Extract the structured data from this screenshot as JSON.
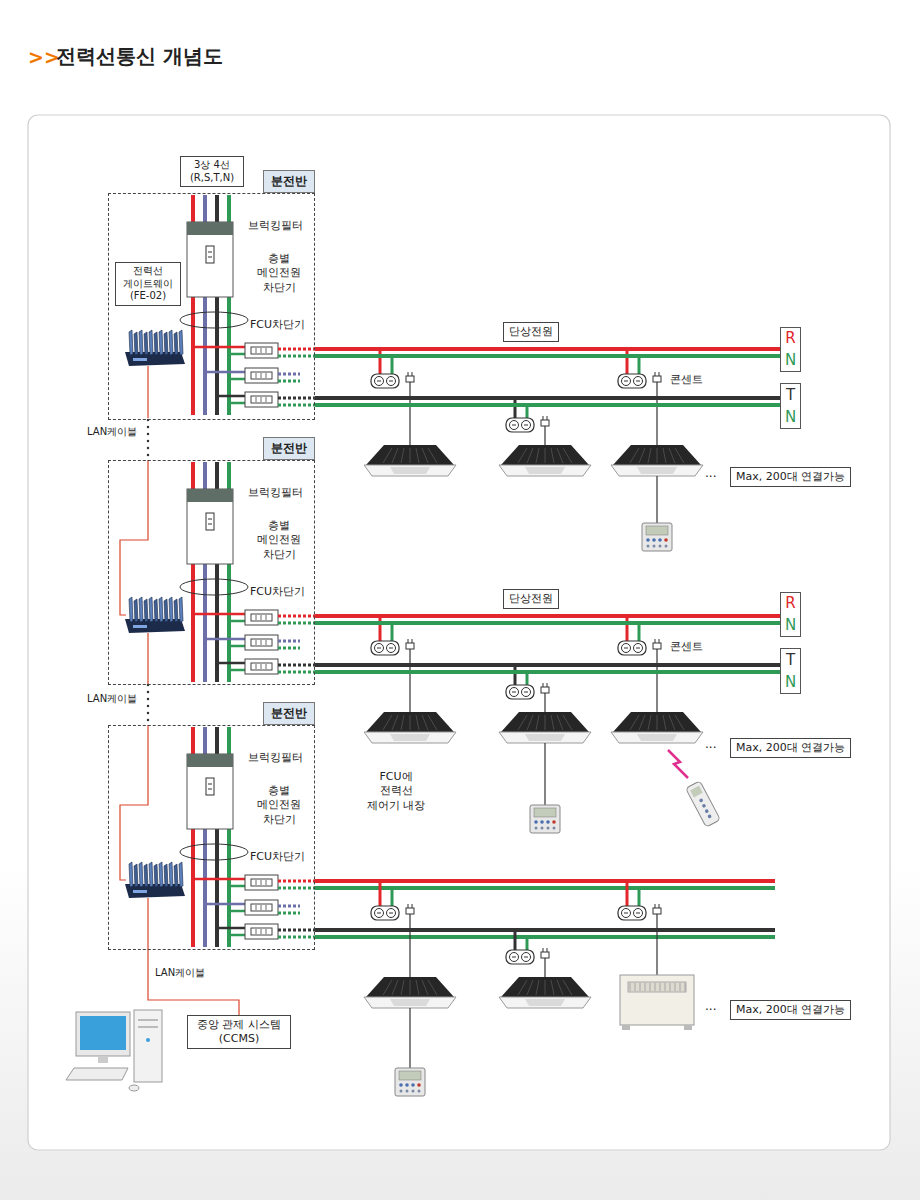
{
  "diagram": {
    "title": "전력선통신 개념도",
    "nodes": [
      {
        "text": [
          "3상 4선 (R,S,T,N)"
        ]
      },
      {
        "text": [
          "분전반"
        ]
      },
      {
        "text": [
          "전력선 게이트웨이 (FE-02)"
        ],
        "in": 1
      },
      {
        "text": [
          "단상전원"
        ]
      },
      {
        "text": [
          "R",
          "N"
        ]
      },
      {
        "text": [
          "T",
          "N"
        ]
      },
      {
        "text": [
          "Max, 200대 연결가능"
        ]
      },
      {
        "text": [
          "분전반"
        ]
      },
      {
        "text": [
          "단상전원"
        ]
      },
      {
        "text": [
          "R",
          "N"
        ]
      },
      {
        "text": [
          "T",
          "N"
        ]
      },
      {
        "text": [
          "Max, 200대 연결가능"
        ]
      },
      {
        "text": [
          "분전반"
        ]
      },
      {
        "text": [
          "Max, 200대 연결가능"
        ]
      },
      {
        "text": [
          "중앙 관제 시스템 (CCMS)"
        ]
      }
    ],
    "edges": [
      {
        "from": 1,
        "to": 7,
        "arrow": "none",
        "label": "LAN케이블"
      },
      {
        "from": 7,
        "to": 12,
        "arrow": "none",
        "label": "LAN케이블"
      },
      {
        "from": 12,
        "to": 14,
        "arrow": "none",
        "label": "LAN케이블"
      },
      {
        "from": 1,
        "to": 4,
        "arrow": "none"
      },
      {
        "from": 1,
        "to": 4,
        "arrow": "none"
      },
      {
        "from": 1,
        "to": 5,
        "arrow": "none"
      },
      {
        "from": 1,
        "to": 5,
        "arrow": "none"
      },
      {
        "from": 7,
        "to": 9,
        "arrow": "none"
      },
      {
        "from": 7,
        "to": 9,
        "arrow": "none"
      },
      {
        "from": 7,
        "to": 10,
        "arrow": "none"
      },
      {
        "from": 7,
        "to": 10,
        "arrow": "none"
      }
    ],
    "labels": [
      ">>",
      "브럭킹필터",
      "층별 메인전원 차단기",
      "FCU차단기",
      "콘센트",
      "···",
      "브럭킹필터",
      "층별 메인전원 차단기",
      "FCU차단기",
      "콘센트",
      "···",
      "FCU에 전력선 제어기 내장",
      "브럭킹필터",
      "층별 메인전원 차단기",
      "FCU차단기",
      "···"
    ]
  }
}
